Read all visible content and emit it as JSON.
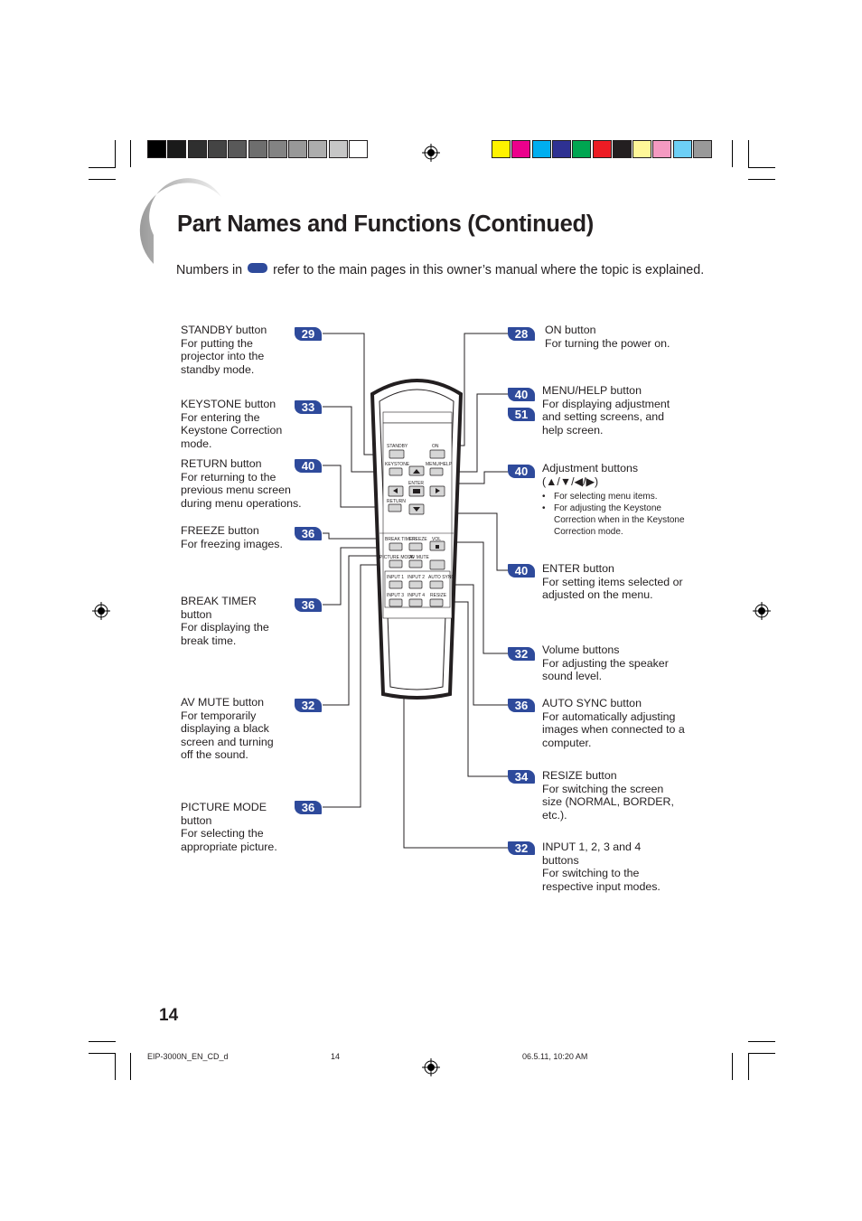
{
  "page": {
    "title": "Part Names and Functions (Continued)",
    "intro_before": "Numbers in",
    "intro_after": "refer to the main pages in this owner’s manual where the topic is explained.",
    "page_number": "14"
  },
  "footer": {
    "file": "EIP-3000N_EN_CD_d",
    "page": "14",
    "date": "06.5.11, 10:20 AM"
  },
  "colors": {
    "badge": "#2e4a9b",
    "gray_bar": [
      "#000000",
      "#1a1a1a",
      "#2f2f2f",
      "#444444",
      "#595959",
      "#6e6e6e",
      "#838383",
      "#989898",
      "#adadad",
      "#c6c6c6",
      "#ffffff"
    ],
    "color_bar": [
      "#fff200",
      "#ec008c",
      "#00aeef",
      "#2e3192",
      "#00a651",
      "#ed1c24",
      "#231f20",
      "#fff799",
      "#f49ac1",
      "#6dcff6",
      "#999999"
    ]
  },
  "left": [
    {
      "ref": "29",
      "name": "STANDBY button",
      "desc": "For putting the projector into the standby mode."
    },
    {
      "ref": "33",
      "name": "KEYSTONE button",
      "desc": "For entering the Keystone Correction mode."
    },
    {
      "ref": "40",
      "name": "RETURN button",
      "desc": "For returning to the previous menu screen during menu operations."
    },
    {
      "ref": "36",
      "name": "FREEZE button",
      "desc": "For freezing images."
    },
    {
      "ref": "36",
      "name": "BREAK TIMER button",
      "desc": "For displaying the break time."
    },
    {
      "ref": "32",
      "name": "AV MUTE button",
      "desc": "For temporarily displaying a black screen and turning off the sound."
    },
    {
      "ref": "36",
      "name": "PICTURE MODE button",
      "desc": "For selecting the appropriate picture."
    }
  ],
  "right": [
    {
      "ref": "28",
      "name": "ON button",
      "desc": "For turning the power on."
    },
    {
      "ref": "40",
      "ref2": "51",
      "name": "MENU/HELP button",
      "desc": "For displaying adjustment and setting screens, and help screen."
    },
    {
      "ref": "40",
      "name": "Adjustment buttons (▲/▼/◀/▶)",
      "bullets": [
        "For selecting menu items.",
        "For adjusting the Keystone Correction when in the Keystone Correction mode."
      ]
    },
    {
      "ref": "40",
      "name": "ENTER button",
      "desc": "For setting items selected or adjusted on the menu."
    },
    {
      "ref": "32",
      "name": "Volume buttons",
      "desc": "For adjusting the speaker sound level."
    },
    {
      "ref": "36",
      "name": "AUTO SYNC button",
      "desc": "For automatically adjusting images when connected to a computer."
    },
    {
      "ref": "34",
      "name": "RESIZE button",
      "desc": "For switching the screen size (NORMAL, BORDER, etc.)."
    },
    {
      "ref": "32",
      "name": "INPUT 1, 2, 3 and 4 buttons",
      "desc": "For switching to the respective input modes."
    }
  ],
  "remote": {
    "standby": "STANDBY",
    "on": "ON",
    "keystone": "KEYSTONE",
    "menu_help": "MENU/HELP",
    "enter": "ENTER",
    "return": "RETURN",
    "break_timer": "BREAK TIMER",
    "freeze": "FREEZE",
    "vol": "VOL",
    "picture_mode": "PICTURE MODE",
    "av_mute": "AV MUTE",
    "input1": "INPUT 1",
    "input2": "INPUT 2",
    "auto_sync": "AUTO SYNC",
    "input3": "INPUT 3",
    "input4": "INPUT 4",
    "resize": "RESIZE"
  }
}
